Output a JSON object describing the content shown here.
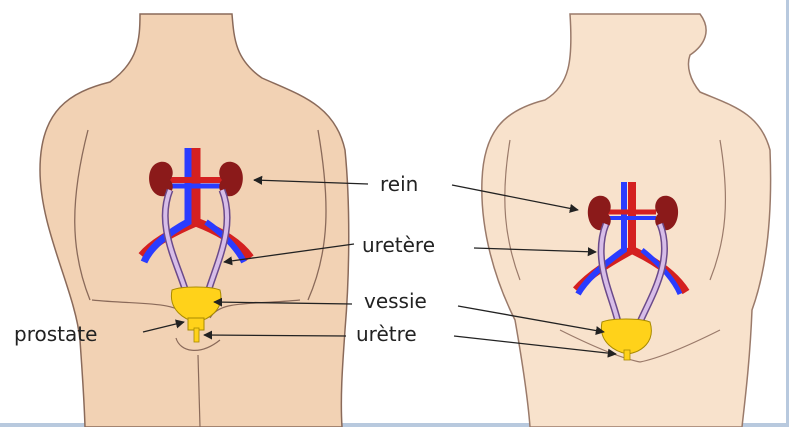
{
  "labels": {
    "kidney": "rein",
    "ureter": "uretère",
    "bladder": "vessie",
    "urethra": "urètre",
    "prostate": "prostate"
  },
  "colors": {
    "background": "#ffffff",
    "skin_male": "#f2d2b4",
    "skin_female": "#f8e2cc",
    "outline": "#8a6a5a",
    "kidney": "#8b1a1a",
    "artery": "#d42020",
    "vein": "#2a3cff",
    "ureter": "#d7bde8",
    "bladder": "#ffd21a",
    "arrow": "#222222"
  }
}
